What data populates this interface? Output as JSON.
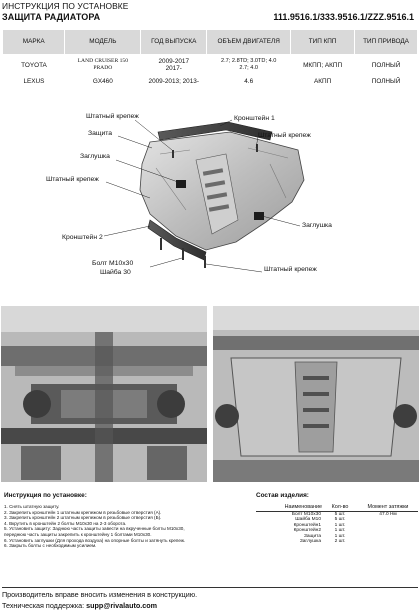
{
  "header": {
    "line1": "ИНСТРУКЦИЯ ПО УСТАНОВКЕ",
    "line2": "ЗАЩИТА РАДИАТОРА",
    "part_numbers": "111.9516.1/333.9516.1/ZZZ.9516.1"
  },
  "vehicle_table": {
    "headers": [
      "МАРКА",
      "МОДЕЛЬ",
      "ГОД ВЫПУСКА",
      "ОБЪЕМ ДВИГАТЕЛЯ",
      "ТИП КПП",
      "ТИП ПРИВОДА"
    ],
    "rows": [
      {
        "make": "TOYOTA",
        "model_line1": "LAND CRUISER 150",
        "model_line2": "PRADO",
        "years_line1": "2009-2017",
        "years_line2": "2017-",
        "engine_line1": "2.7; 2.8TD; 3.0TD; 4.0",
        "engine_line2": "2.7; 4.0",
        "transmission": "МКПП; АКПП",
        "drive": "ПОЛНЫЙ"
      },
      {
        "make": "LEXUS",
        "model_line1": "GX460",
        "model_line2": "",
        "years_line1": "2009-2013; 2013-",
        "years_line2": "",
        "engine_line1": "4.6",
        "engine_line2": "",
        "transmission": "АКПП",
        "drive": "ПОЛНЫЙ"
      }
    ]
  },
  "diagram_callouts": {
    "regular_mount_top": "Штатный крепеж",
    "bracket_1": "Кронштейн 1",
    "protection": "Защита",
    "regular_mount_right": "Штатный крепеж",
    "plug_left": "Заглушка",
    "regular_mount_left": "Штатный крепеж",
    "plug_right": "Заглушка",
    "bracket_2": "Кронштейн 2",
    "bolt": "Болт М10х30",
    "washer": "Шайба 30",
    "regular_mount_bottom": "Штатный крепеж"
  },
  "instructions": {
    "title": "Инструкция по установке:",
    "steps": [
      "1. Снять штатную защиту.",
      "2. Закрепить кронштейн 1 штатным крепежом в резьбовые отверстия (А).",
      "3. Закрепить кронштейн 2 штатным крепежом в резьбовые отверстия (Б).",
      "4. Вкрутить в кронштейн 2 болты М10х30 на 2-3 оборота.",
      "5. Установить защиту: Заднюю часть защиты завести на вкрученные болты М10х30,",
      "переднюю часть защиты закрепить к кронштейну 1 болтами М10х30.",
      "6. Установить заглушки (Для прохода воздуха) на опорные болты и затянуть крепеж.",
      "6. Закрыть болты с необходимым усилием."
    ]
  },
  "kit": {
    "title": "Состав изделия:",
    "headers": [
      "Наименование",
      "Кол-во",
      "Момент затяжки"
    ],
    "rows": [
      {
        "name": "Болт М10х30",
        "qty": "5 шт.",
        "torque": "47.0 Нм"
      },
      {
        "name": "Шайба М10",
        "qty": "5 шт.",
        "torque": ""
      },
      {
        "name": "Кронштейн1",
        "qty": "1 шт.",
        "torque": ""
      },
      {
        "name": "Кронштейн2",
        "qty": "1 шт.",
        "torque": ""
      },
      {
        "name": "Защита",
        "qty": "1 шт.",
        "torque": ""
      },
      {
        "name": "Заглушка",
        "qty": "2 шт.",
        "torque": ""
      }
    ]
  },
  "footer": {
    "notice": "Производитель вправе вносить изменения в конструкцию.",
    "support_label": "Техническая поддержка: ",
    "support_email": "supp@rivalauto.com"
  }
}
